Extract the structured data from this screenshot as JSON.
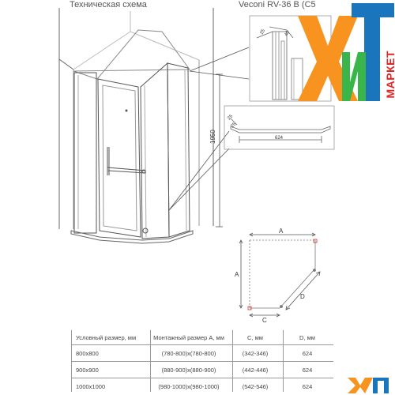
{
  "header": {
    "title_left": "Техническая схема",
    "title_right": "Veconi RV-36 B (C5"
  },
  "logo": {
    "main": "ХиТ",
    "sub": "МАРКЕТ",
    "colors": {
      "x": "#f7931e",
      "t": "#1b75bc",
      "i": "#39b54a",
      "sub": "#e32726"
    }
  },
  "dimensions": {
    "height": "1950",
    "profile_w": "25",
    "profile_d": "40",
    "handle_len": "624",
    "handle_off": "25",
    "handle_depth": "25"
  },
  "plan": {
    "label_a_top": "A",
    "label_a_left": "A",
    "label_c": "C",
    "label_d": "D"
  },
  "table": {
    "headers": [
      "Условный размер, мм",
      "Монтажный размер А, мм",
      "С, мм",
      "D, мм"
    ],
    "rows": [
      [
        "800х800",
        "(780-800)х(780-800)",
        "(342-346)",
        "624"
      ],
      [
        "900х900",
        "(880-900)х(880-900)",
        "(442-446)",
        "624"
      ],
      [
        "1000х1000",
        "(980-1000)х(980-1000)",
        "(542-546)",
        "624"
      ]
    ]
  }
}
